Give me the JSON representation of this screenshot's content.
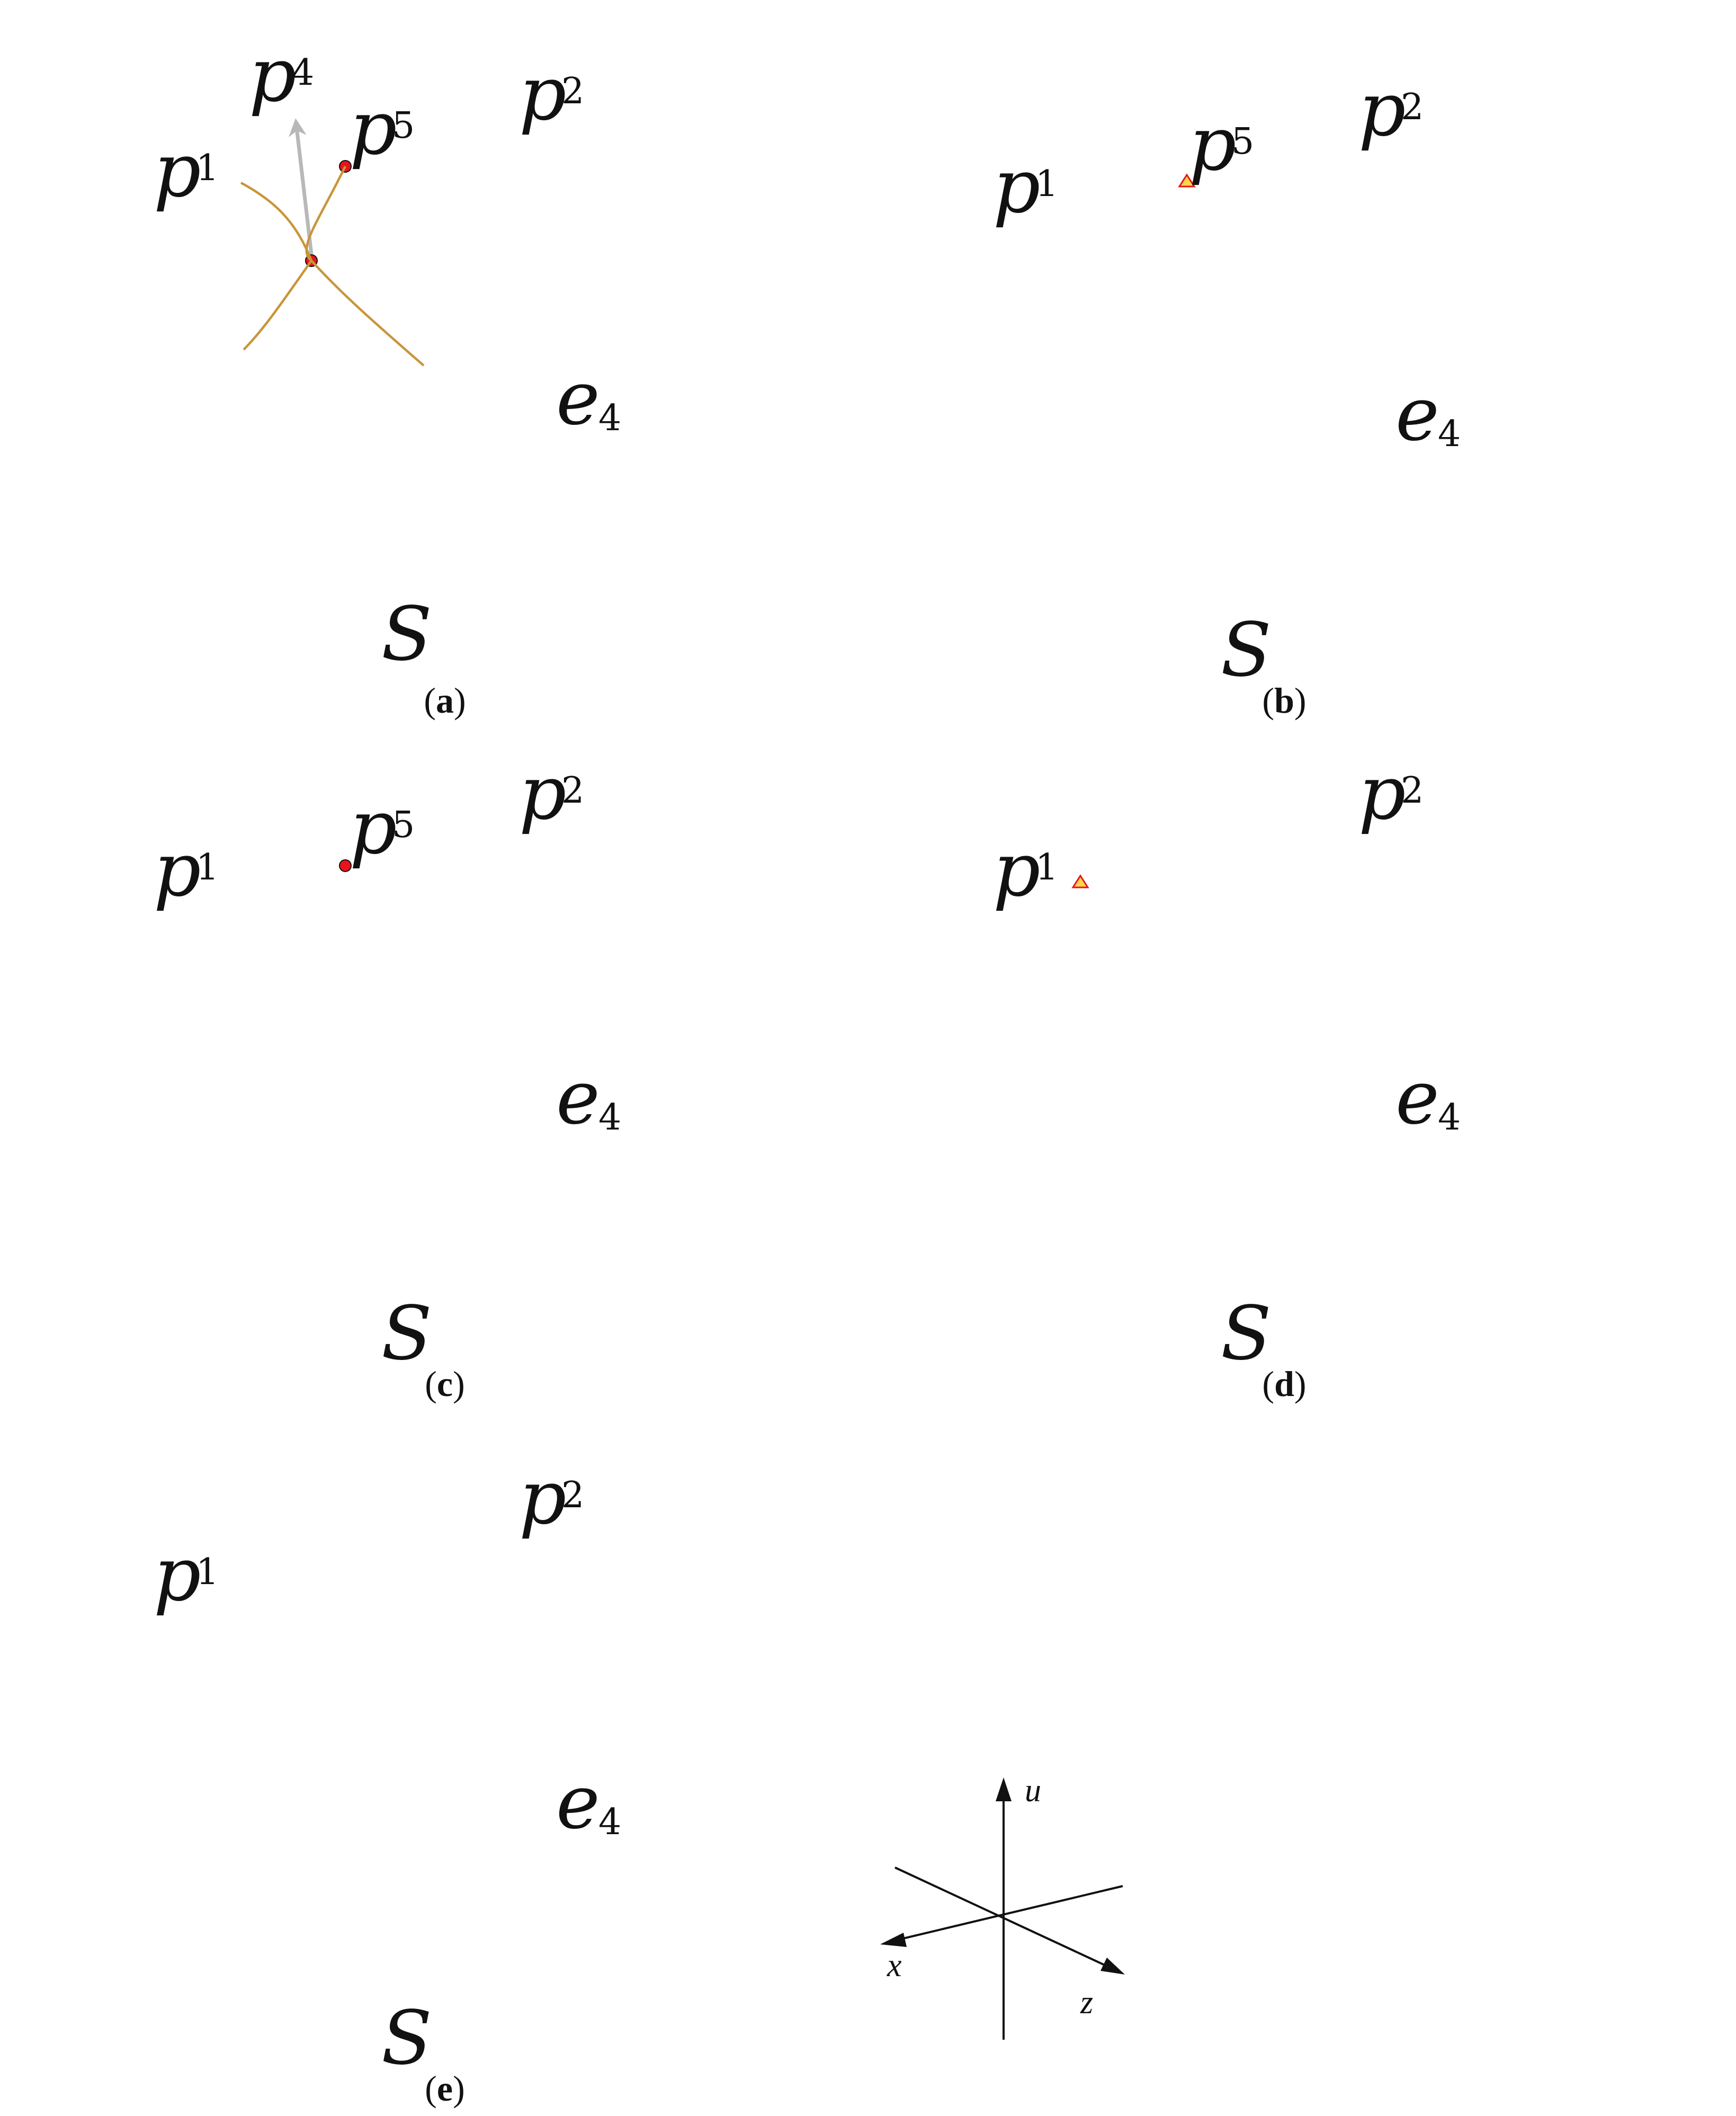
{
  "colors": {
    "boundary": "#e8141b",
    "edge": "#111111",
    "stable_flow": "#1b2fe8",
    "heteroclinic": "#179a3a",
    "orbit_gold": "#c8963a",
    "aux_arrow": "#b8b8b8",
    "point_fill": "#e8141b",
    "triangle_fill": "#ffd54a"
  },
  "panels": [
    {
      "id": "a",
      "caption_open": "(",
      "caption_letter": "a",
      "caption_close": ")",
      "labels": {
        "p1": "p",
        "p1_sub": "1",
        "p2": "p",
        "p2_sub": "2",
        "p5": "p",
        "p5_sub": "5",
        "p4": "p",
        "p4_sub": "4",
        "e4": "e",
        "e4_sub": "4",
        "S": "S"
      }
    },
    {
      "id": "b",
      "caption_open": "(",
      "caption_letter": "b",
      "caption_close": ")",
      "labels": {
        "p1": "p",
        "p1_sub": "1",
        "p2": "p",
        "p2_sub": "2",
        "p5": "p",
        "p5_sub": "5",
        "e4": "e",
        "e4_sub": "4",
        "S": "S"
      }
    },
    {
      "id": "c",
      "caption_open": "(",
      "caption_letter": "c",
      "caption_close": ")",
      "labels": {
        "p1": "p",
        "p1_sub": "1",
        "p2": "p",
        "p2_sub": "2",
        "p5": "p",
        "p5_sub": "5",
        "e4": "e",
        "e4_sub": "4",
        "S": "S"
      }
    },
    {
      "id": "d",
      "caption_open": "(",
      "caption_letter": "d",
      "caption_close": ")",
      "labels": {
        "p1": "p",
        "p1_sub": "1",
        "p2": "p",
        "p2_sub": "2",
        "e4": "e",
        "e4_sub": "4",
        "S": "S"
      }
    },
    {
      "id": "e",
      "caption_open": "(",
      "caption_letter": "e",
      "caption_close": ")",
      "labels": {
        "p1": "p",
        "p1_sub": "1",
        "p2": "p",
        "p2_sub": "2",
        "e4": "e",
        "e4_sub": "4",
        "S": "S"
      }
    }
  ],
  "axes": {
    "u": "u",
    "x": "x",
    "z": "z"
  }
}
